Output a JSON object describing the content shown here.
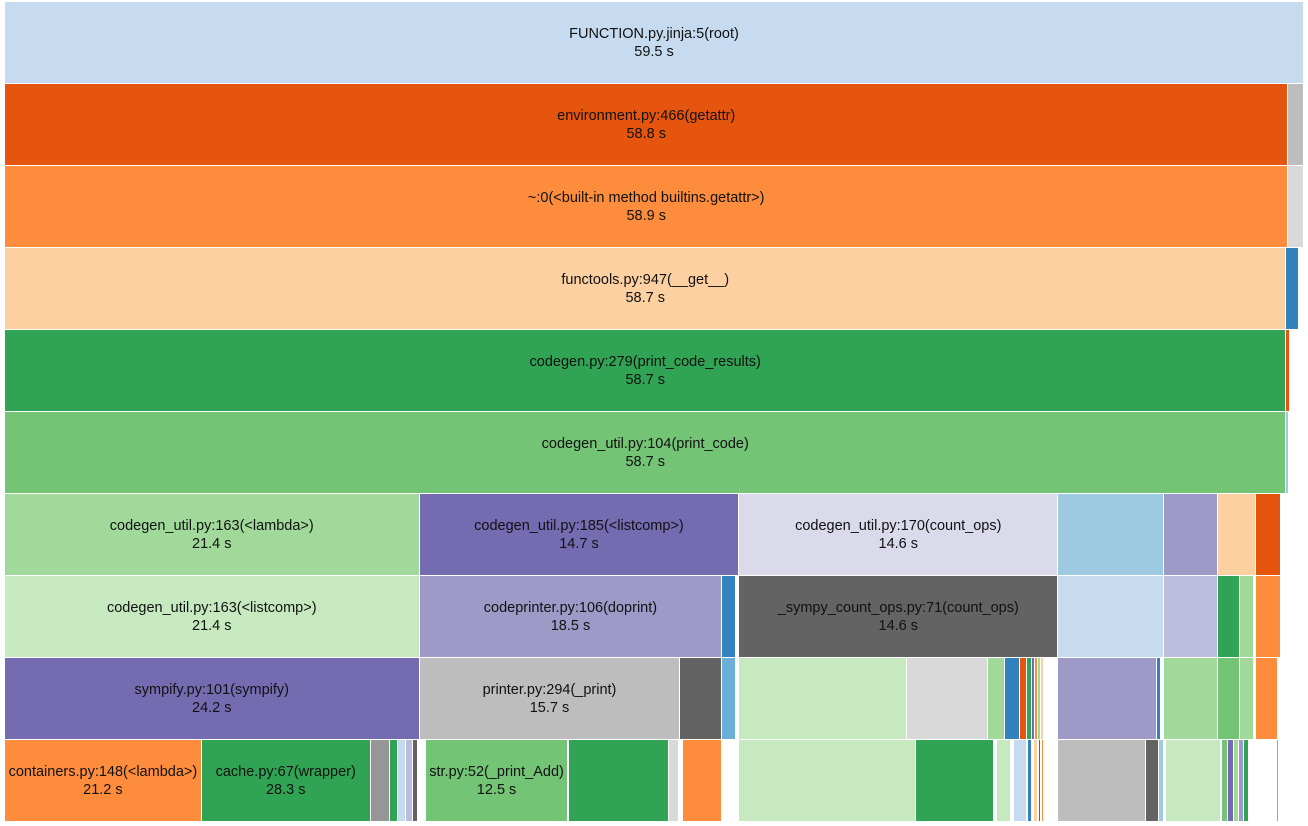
{
  "chart_data": {
    "type": "icicle",
    "unit": "s",
    "root_seconds": 59.5,
    "levels": [
      [
        {
          "name": "FUNCTION.py.jinja:5(root)",
          "value": "59.5 s",
          "color": "#c6dbef",
          "start": 0,
          "end": 1
        }
      ],
      [
        {
          "name": "environment.py:466(getattr)",
          "value": "58.8 s",
          "color": "#e6550d",
          "start": 0,
          "end": 0.988
        },
        {
          "name": "",
          "value": "",
          "color": "#bdbdbd",
          "start": 0.988,
          "end": 1
        }
      ],
      [
        {
          "name": "~:0(<built-in method builtins.getattr>)",
          "value": "58.9 s",
          "color": "#fd8d3c",
          "start": 0,
          "end": 0.988
        },
        {
          "name": "",
          "value": "",
          "color": "#d9d9d9",
          "start": 0.988,
          "end": 1
        }
      ],
      [
        {
          "name": "functools.py:947(__get__)",
          "value": "58.7 s",
          "color": "#fdd0a2",
          "start": 0,
          "end": 0.9865
        },
        {
          "name": "",
          "value": "",
          "color": "#3182bd",
          "start": 0.9865,
          "end": 0.996
        }
      ],
      [
        {
          "name": "codegen.py:279(print_code_results)",
          "value": "58.7 s",
          "color": "#31a354",
          "start": 0,
          "end": 0.9865
        },
        {
          "name": "",
          "value": "",
          "color": "#e6550d",
          "start": 0.9865,
          "end": 0.9895
        }
      ],
      [
        {
          "name": "codegen_util.py:104(print_code)",
          "value": "58.7 s",
          "color": "#74c476",
          "start": 0,
          "end": 0.9865
        },
        {
          "name": "",
          "value": "",
          "color": "#9ecae1",
          "start": 0.9865,
          "end": 0.9885
        }
      ],
      [
        {
          "name": "codegen_util.py:163(<lambda>)",
          "value": "21.4 s",
          "color": "#a1d99b",
          "start": 0,
          "end": 0.3191
        },
        {
          "name": "codegen_util.py:185(<listcomp>)",
          "value": "14.7 s",
          "color": "#756bb1",
          "start": 0.3191,
          "end": 0.5654
        },
        {
          "name": "codegen_util.py:170(count_ops)",
          "value": "14.6 s",
          "color": "#dadaeb",
          "start": 0.5654,
          "end": 0.8107
        },
        {
          "name": "",
          "value": "",
          "color": "#9ecae1",
          "start": 0.8107,
          "end": 0.8923
        },
        {
          "name": "",
          "value": "",
          "color": "#9e9ac8",
          "start": 0.8923,
          "end": 0.9338
        },
        {
          "name": "",
          "value": "",
          "color": "#fdd0a2",
          "start": 0.9338,
          "end": 0.9631
        },
        {
          "name": "",
          "value": "",
          "color": "#e6550d",
          "start": 0.9631,
          "end": 0.9823
        }
      ],
      [
        {
          "name": "codegen_util.py:163(<listcomp>)",
          "value": "21.4 s",
          "color": "#c7e9c0",
          "start": 0,
          "end": 0.3191
        },
        {
          "name": "codeprinter.py:106(doprint)",
          "value": "18.5 s",
          "color": "#9e9ac8",
          "start": 0.3191,
          "end": 0.5523
        },
        {
          "name": "",
          "value": "",
          "color": "#3182bd",
          "start": 0.5523,
          "end": 0.5631
        },
        {
          "name": "_sympy_count_ops.py:71(count_ops)",
          "value": "14.6 s",
          "color": "#636363",
          "start": 0.5654,
          "end": 0.8107
        },
        {
          "name": "",
          "value": "",
          "color": "#c6dbef",
          "start": 0.8107,
          "end": 0.8923
        },
        {
          "name": "",
          "value": "",
          "color": "#bcbddc",
          "start": 0.8923,
          "end": 0.9338
        },
        {
          "name": "",
          "value": "",
          "color": "#31a354",
          "start": 0.9338,
          "end": 0.9508
        },
        {
          "name": "",
          "value": "",
          "color": "#a1d99b",
          "start": 0.9508,
          "end": 0.9615
        },
        {
          "name": "",
          "value": "",
          "color": "#fd8d3c",
          "start": 0.9631,
          "end": 0.9823
        }
      ],
      [
        {
          "name": "sympify.py:101(sympify)",
          "value": "24.2 s",
          "color": "#756bb1",
          "start": 0,
          "end": 0.3191
        },
        {
          "name": "printer.py:294(_print)",
          "value": "15.7 s",
          "color": "#bdbdbd",
          "start": 0.3191,
          "end": 0.52
        },
        {
          "name": "",
          "value": "",
          "color": "#636363",
          "start": 0.52,
          "end": 0.5523
        },
        {
          "name": "",
          "value": "",
          "color": "#6baed6",
          "start": 0.5523,
          "end": 0.5631
        },
        {
          "name": "",
          "value": "",
          "color": "#c7e9c0",
          "start": 0.5654,
          "end": 0.6946
        },
        {
          "name": "",
          "value": "",
          "color": "#d9d9d9",
          "start": 0.6946,
          "end": 0.7569
        },
        {
          "name": "",
          "value": "",
          "color": "#a1d99b",
          "start": 0.7569,
          "end": 0.77
        },
        {
          "name": "",
          "value": "",
          "color": "#3182bd",
          "start": 0.77,
          "end": 0.7815
        },
        {
          "name": "",
          "value": "",
          "color": "#e6550d",
          "start": 0.7815,
          "end": 0.7869
        },
        {
          "name": "",
          "value": "",
          "color": "#31a354",
          "start": 0.7869,
          "end": 0.7908
        },
        {
          "name": "",
          "value": "",
          "color": "#756bb1",
          "start": 0.7908,
          "end": 0.7931
        },
        {
          "name": "",
          "value": "",
          "color": "#fd8d3c",
          "start": 0.7931,
          "end": 0.7954
        },
        {
          "name": "",
          "value": "",
          "color": "#a1d99b",
          "start": 0.7954,
          "end": 0.7977
        },
        {
          "name": "",
          "value": "",
          "color": "#fdd0a2",
          "start": 0.7977,
          "end": 0.8
        },
        {
          "name": "",
          "value": "",
          "color": "#9e9ac8",
          "start": 0.8107,
          "end": 0.8869
        },
        {
          "name": "",
          "value": "",
          "color": "#3182bd",
          "start": 0.8869,
          "end": 0.89
        },
        {
          "name": "",
          "value": "",
          "color": "#a1d99b",
          "start": 0.8923,
          "end": 0.9338
        },
        {
          "name": "",
          "value": "",
          "color": "#74c476",
          "start": 0.9338,
          "end": 0.9508
        },
        {
          "name": "",
          "value": "",
          "color": "#a1d99b",
          "start": 0.9508,
          "end": 0.9615
        },
        {
          "name": "",
          "value": "",
          "color": "#fd8d3c",
          "start": 0.9631,
          "end": 0.98
        }
      ],
      [
        {
          "name": "containers.py:148(<lambda>)",
          "value": "21.2 s",
          "color": "#fd8d3c",
          "start": 0,
          "end": 0.1515
        },
        {
          "name": "cache.py:67(wrapper)",
          "value": "28.3 s",
          "color": "#31a354",
          "start": 0.1515,
          "end": 0.2815
        },
        {
          "name": "",
          "value": "",
          "color": "#969696",
          "start": 0.2815,
          "end": 0.2962
        },
        {
          "name": "",
          "value": "",
          "color": "#31a354",
          "start": 0.2962,
          "end": 0.3023
        },
        {
          "name": "",
          "value": "",
          "color": "#c6dbef",
          "start": 0.3023,
          "end": 0.3085
        },
        {
          "name": "",
          "value": "",
          "color": "#bcbddc",
          "start": 0.3085,
          "end": 0.3138
        },
        {
          "name": "",
          "value": "",
          "color": "#636363",
          "start": 0.3138,
          "end": 0.3177
        },
        {
          "name": "str.py:52(_print_Add)",
          "value": "12.5 s",
          "color": "#74c476",
          "start": 0.3238,
          "end": 0.4338
        },
        {
          "name": "",
          "value": "",
          "color": "#31a354",
          "start": 0.4338,
          "end": 0.5108
        },
        {
          "name": "",
          "value": "",
          "color": "#d9d9d9",
          "start": 0.5108,
          "end": 0.5192
        },
        {
          "name": "",
          "value": "",
          "color": "#fd8d3c",
          "start": 0.5223,
          "end": 0.5523
        },
        {
          "name": "",
          "value": "",
          "color": "#c7e9c0",
          "start": 0.5654,
          "end": 0.7015
        },
        {
          "name": "",
          "value": "",
          "color": "#31a354",
          "start": 0.7015,
          "end": 0.7615
        },
        {
          "name": "",
          "value": "",
          "color": "#c7e9c0",
          "start": 0.7638,
          "end": 0.7746
        },
        {
          "name": "",
          "value": "",
          "color": "#c6dbef",
          "start": 0.7769,
          "end": 0.7869
        },
        {
          "name": "",
          "value": "",
          "color": "#3182bd",
          "start": 0.7877,
          "end": 0.7908
        },
        {
          "name": "",
          "value": "",
          "color": "#fdd0a2",
          "start": 0.7923,
          "end": 0.7954
        },
        {
          "name": "",
          "value": "",
          "color": "#636363",
          "start": 0.7962,
          "end": 0.7977
        },
        {
          "name": "",
          "value": "",
          "color": "#fd8d3c",
          "start": 0.7985,
          "end": 0.8
        },
        {
          "name": "",
          "value": "",
          "color": "#bdbdbd",
          "start": 0.8107,
          "end": 0.8785
        },
        {
          "name": "",
          "value": "",
          "color": "#636363",
          "start": 0.8785,
          "end": 0.8885
        },
        {
          "name": "",
          "value": "",
          "color": "#9ecae1",
          "start": 0.8885,
          "end": 0.8923
        },
        {
          "name": "",
          "value": "",
          "color": "#c7e9c0",
          "start": 0.8938,
          "end": 0.9362
        },
        {
          "name": "",
          "value": "",
          "color": "#74c476",
          "start": 0.9369,
          "end": 0.9415
        },
        {
          "name": "",
          "value": "",
          "color": "#756bb1",
          "start": 0.9415,
          "end": 0.9462
        },
        {
          "name": "",
          "value": "",
          "color": "#a1d99b",
          "start": 0.9462,
          "end": 0.95
        },
        {
          "name": "",
          "value": "",
          "color": "#9e9ac8",
          "start": 0.95,
          "end": 0.9538
        },
        {
          "name": "",
          "value": "",
          "color": "#31a354",
          "start": 0.9538,
          "end": 0.9577
        },
        {
          "name": "",
          "value": "",
          "color": "#fd8d3c",
          "start": 0.9792,
          "end": 0.9808
        }
      ]
    ]
  }
}
